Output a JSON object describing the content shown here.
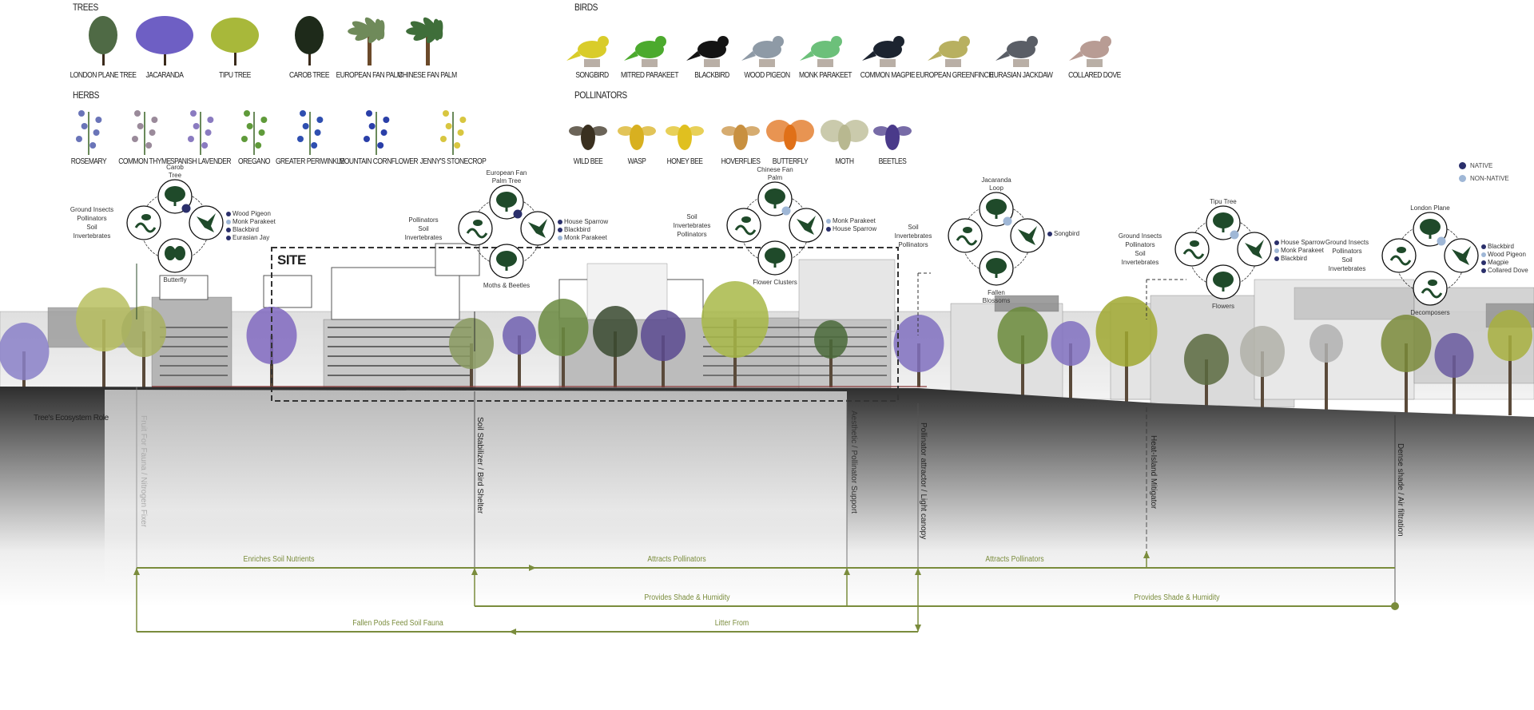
{
  "catalog": {
    "trees": {
      "heading": "TREES",
      "items": [
        {
          "label": "LONDON PLANE TREE",
          "color": "#4f6a45"
        },
        {
          "label": "JACARANDA",
          "color": "#6e5fc4"
        },
        {
          "label": "TIPU TREE",
          "color": "#a8b83a"
        },
        {
          "label": "CAROB TREE",
          "color": "#1e2a1a"
        },
        {
          "label": "EUROPEAN FAN PALM",
          "color": "#6f8a5a"
        },
        {
          "label": "CHINESE FAN PALM",
          "color": "#3f6e3a"
        }
      ]
    },
    "herbs": {
      "heading": "HERBS",
      "items": [
        {
          "label": "ROSEMARY",
          "color": "#6a74b8"
        },
        {
          "label": "COMMON THYME",
          "color": "#9a8a9a"
        },
        {
          "label": "SPANISH LAVENDER",
          "color": "#8a7bc0"
        },
        {
          "label": "OREGANO",
          "color": "#5f9a3a"
        },
        {
          "label": "GREATER PERIWINKLE",
          "color": "#2f4fb0"
        },
        {
          "label": "MOUNTAIN CORNFLOWER",
          "color": "#2a3fa8"
        },
        {
          "label": "JENNY'S STONECROP",
          "color": "#d8c640"
        }
      ]
    },
    "birds": {
      "heading": "BIRDS",
      "items": [
        {
          "label": "SONGBIRD",
          "color": "#d9cc2a"
        },
        {
          "label": "MITRED PARAKEET",
          "color": "#4caa2e"
        },
        {
          "label": "BLACKBIRD",
          "color": "#141414"
        },
        {
          "label": "WOOD PIGEON",
          "color": "#8e9aa6"
        },
        {
          "label": "MONK PARAKEET",
          "color": "#6cc07a"
        },
        {
          "label": "COMMON MAGPIE",
          "color": "#1c2430"
        },
        {
          "label": "EUROPEAN GREENFINCH",
          "color": "#b8b060"
        },
        {
          "label": "EURASIAN JACKDAW",
          "color": "#5a5e66"
        },
        {
          "label": "COLLARED DOVE",
          "color": "#b89c94"
        }
      ]
    },
    "pollinators": {
      "heading": "POLLINATORS",
      "items": [
        {
          "label": "WILD BEE",
          "color": "#3a3020"
        },
        {
          "label": "WASP",
          "color": "#d8b020"
        },
        {
          "label": "HONEY BEE",
          "color": "#e0c020"
        },
        {
          "label": "HOVERFLIES",
          "color": "#c89040"
        },
        {
          "label": "BUTTERFLY",
          "color": "#e07018"
        },
        {
          "label": "MOTH",
          "color": "#b8b890"
        },
        {
          "label": "BEETLES",
          "color": "#4a3a8a"
        }
      ]
    }
  },
  "legend": {
    "native": {
      "label": "NATIVE",
      "color": "#2a2f6b"
    },
    "non_native": {
      "label": "NON-NATIVE",
      "color": "#9fb7d6"
    }
  },
  "site_label": "SITE",
  "cycles": [
    {
      "title": [
        "Carob",
        "Tree"
      ],
      "status": "native",
      "left": [
        "Ground Insects",
        "Pollinators",
        "Soil",
        "Invertebrates"
      ],
      "right": [
        {
          "name": "Wood Pigeon",
          "status": "native"
        },
        {
          "name": "Monk Parakeet",
          "status": "non_native"
        },
        {
          "name": "Blackbird",
          "status": "native"
        },
        {
          "name": "Eurasian Jay",
          "status": "native"
        }
      ],
      "bottom": [
        "Butterfly"
      ]
    },
    {
      "title": [
        "European Fan",
        "Palm Tree"
      ],
      "status": "native",
      "left": [
        "Pollinators",
        "Soil",
        "Invertebrates"
      ],
      "right": [
        {
          "name": "House Sparrow",
          "status": "native"
        },
        {
          "name": "Blackbird",
          "status": "native"
        },
        {
          "name": "Monk Parakeet",
          "status": "non_native"
        }
      ],
      "bottom": [
        "Moths & Beetles"
      ]
    },
    {
      "title": [
        "Chinese Fan",
        "Palm"
      ],
      "status": "non_native",
      "left": [
        "Soil",
        "Invertebrates",
        "Pollinators"
      ],
      "right": [
        {
          "name": "Monk Parakeet",
          "status": "non_native"
        },
        {
          "name": "House Sparrow",
          "status": "native"
        }
      ],
      "bottom": [
        "Flower Clusters"
      ]
    },
    {
      "title": [
        "Jacaranda",
        "Loop"
      ],
      "status": "non_native",
      "left": [
        "Soil",
        "Invertebrates",
        "Pollinators"
      ],
      "right": [
        {
          "name": "Songbird",
          "status": "native"
        }
      ],
      "bottom": [
        "Fallen",
        "Blossoms"
      ]
    },
    {
      "title": [
        "Tipu Tree"
      ],
      "status": "non_native",
      "left": [
        "Ground Insects",
        "Pollinators",
        "Soil",
        "Invertebrates"
      ],
      "right": [
        {
          "name": "House Sparrow",
          "status": "native"
        },
        {
          "name": "Monk Parakeet",
          "status": "non_native"
        },
        {
          "name": "Blackbird",
          "status": "native"
        }
      ],
      "bottom": [
        "Flowers"
      ]
    },
    {
      "title": [
        "London Plane"
      ],
      "status": "non_native",
      "left": [
        "Ground Insects",
        "Pollinators",
        "Soil",
        "Invertebrates"
      ],
      "right": [
        {
          "name": "Blackbird",
          "status": "native"
        },
        {
          "name": "Wood Pigeon",
          "status": "non_native"
        },
        {
          "name": "Magpie",
          "status": "native"
        },
        {
          "name": "Collared Dove",
          "status": "native"
        }
      ],
      "bottom": [
        "Decomposers"
      ]
    }
  ],
  "section": {
    "row_title": "Tree's Ecosystem Role",
    "roles": [
      "Fruit For Fauna / Nitrogen Fixer",
      "Soil Stabilizer / Bird Shelter",
      "Aesthetic / Pollinator Support",
      "Pollinator attractor / Light canopy",
      "Heat-Island Mitigator",
      "Dense shade / Air filtration"
    ],
    "flows": [
      "Enriches Soil Nutrients",
      "Attracts Pollinators",
      "Attracts Pollinators",
      "Provides Shade & Humidity",
      "Provides Shade & Humidity",
      "Fallen Pods Feed Soil Fauna",
      "Litter From"
    ]
  },
  "colors": {
    "flow": "#7a8c3c",
    "icon": "#1f4a2a"
  }
}
